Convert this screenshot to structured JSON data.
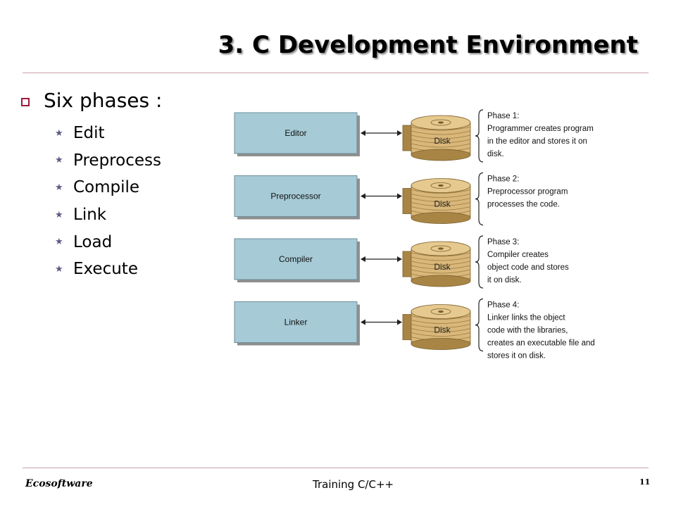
{
  "slide": {
    "title": "3. C Development Environment",
    "bullet": "Six phases :",
    "phases": [
      "Edit",
      "Preprocess",
      "Compile",
      "Link",
      "Load",
      "Execute"
    ]
  },
  "diagram": {
    "rows": [
      {
        "box": "Editor",
        "disk": "Disk",
        "desc": [
          "Phase 1:",
          "Programmer creates program",
          "in the editor and stores it on",
          "disk."
        ]
      },
      {
        "box": "Preprocessor",
        "disk": "Disk",
        "desc": [
          "Phase 2:",
          "Preprocessor program",
          "processes the code."
        ]
      },
      {
        "box": "Compiler",
        "disk": "Disk",
        "desc": [
          "Phase 3:",
          "Compiler creates",
          "object code and stores",
          "it on disk."
        ]
      },
      {
        "box": "Linker",
        "disk": "Disk",
        "desc": [
          "Phase 4:",
          "Linker links the object",
          "code with the libraries,",
          "creates an executable file and",
          "stores it on disk."
        ]
      }
    ],
    "colors": {
      "box_fill": "#a6cad6",
      "box_border": "#6f8f9b",
      "disk_fill": "#d9b77a",
      "disk_dark": "#a98545"
    }
  },
  "footer": {
    "company": "Ecosoftware",
    "course": "Training C/C++",
    "page": "11"
  }
}
